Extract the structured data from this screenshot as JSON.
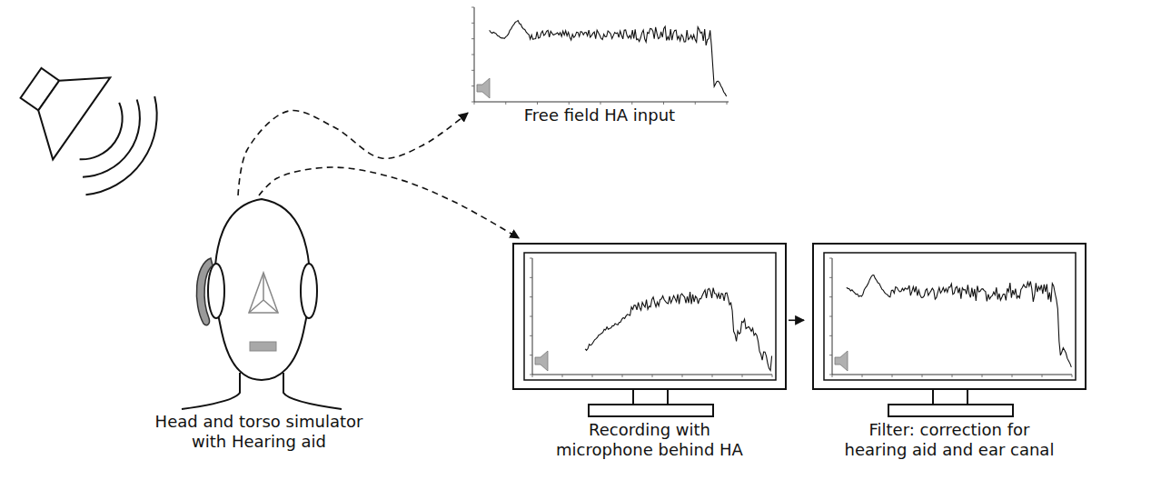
{
  "diagram": {
    "nodes": [
      {
        "text": [
          "Head and torso simulator with Hearing aid"
        ]
      },
      {
        "text": [
          "Free field HA input"
        ]
      },
      {
        "text": [
          "Recording with microphone behind HA"
        ]
      },
      {
        "text": [
          "Filter: correction for hearing aid and ear canal"
        ]
      }
    ],
    "edges": [
      {
        "from": 0,
        "to": 1,
        "arrow": "to"
      },
      {
        "from": 0,
        "to": 2,
        "arrow": "to"
      },
      {
        "from": 2,
        "to": 3,
        "arrow": "to"
      }
    ]
  }
}
